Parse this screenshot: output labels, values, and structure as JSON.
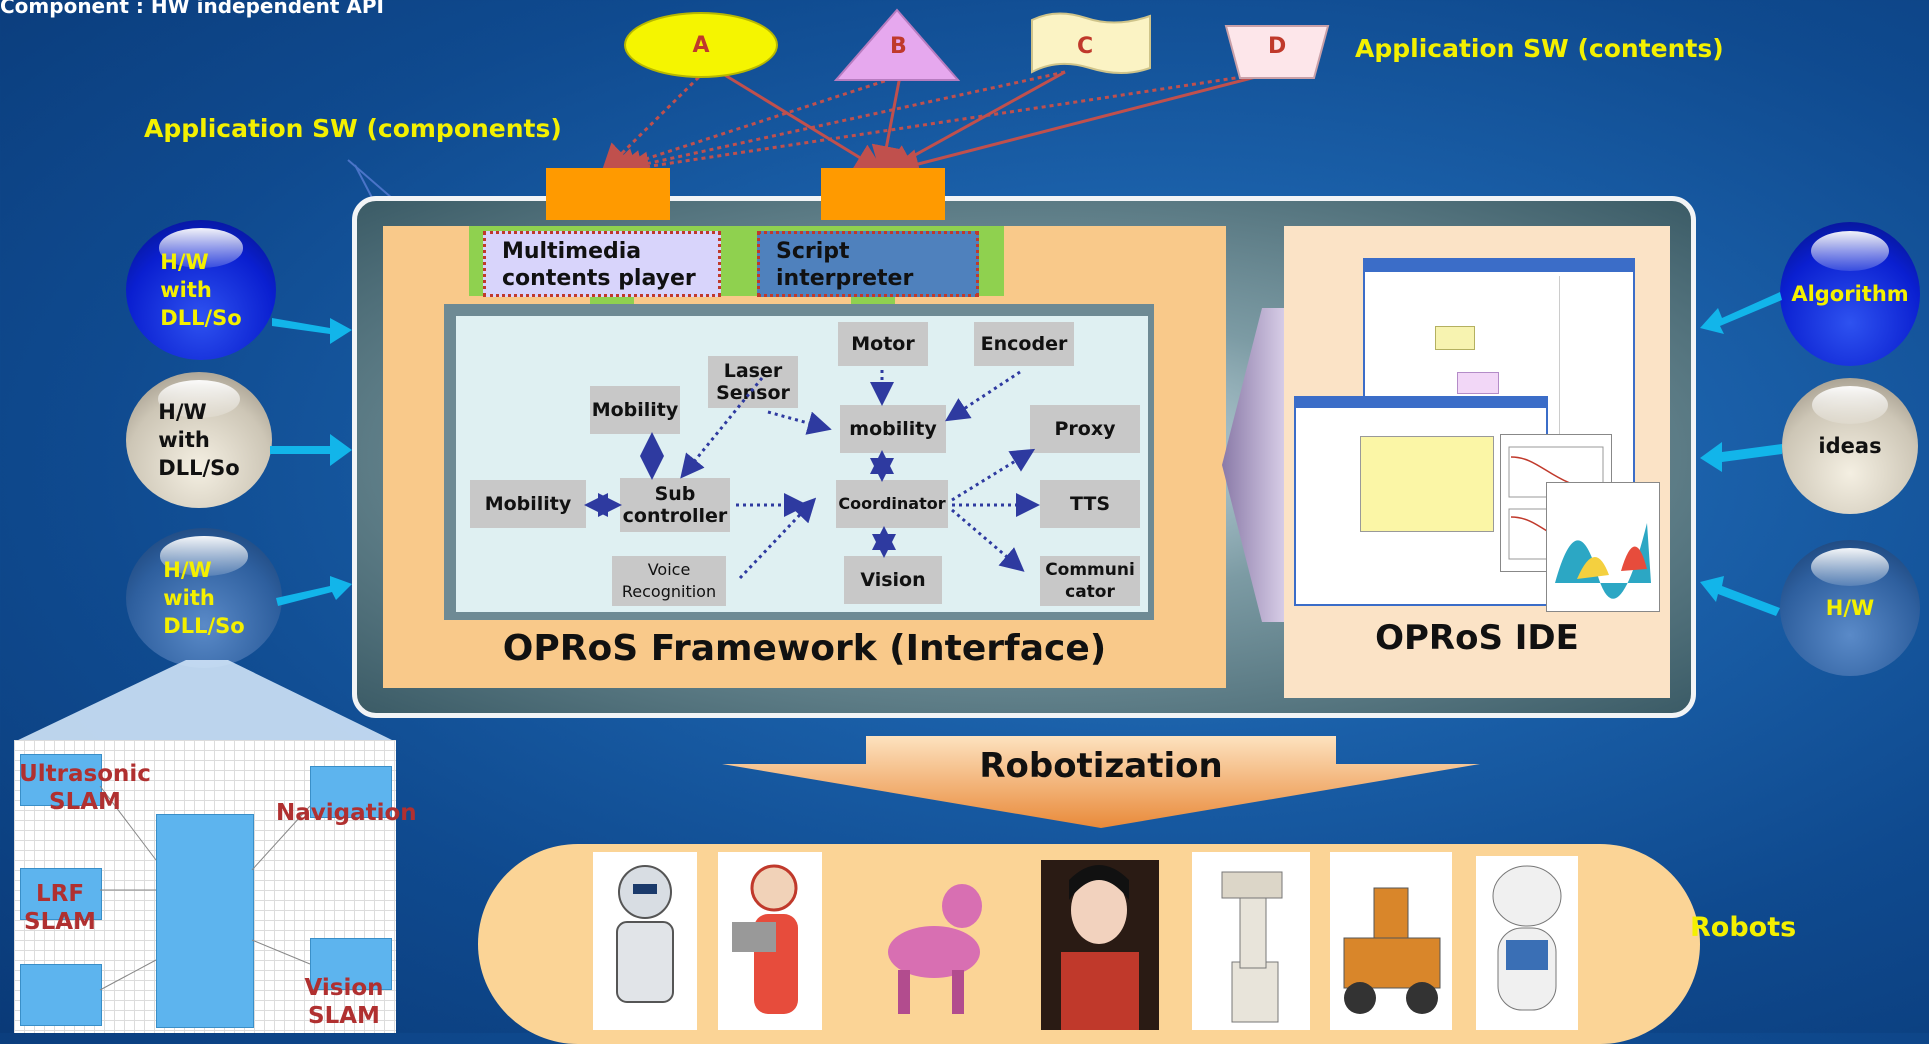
{
  "top_caption": "Component : HW independent API",
  "app_sw_contents_label": "Application SW (contents)",
  "app_sw_components_label": "Application SW (components)",
  "contents_shapes": [
    {
      "letter": "A",
      "shape": "ellipse",
      "color": "#f5f500"
    },
    {
      "letter": "B",
      "shape": "triangle",
      "color": "#e6a8ee"
    },
    {
      "letter": "C",
      "shape": "scroll",
      "color": "#fbf3c4"
    },
    {
      "letter": "D",
      "shape": "trapezoid",
      "color": "#fde6ea"
    }
  ],
  "framework": {
    "player_label": "Multimedia\ncontents player",
    "script_label": "Script\ninterpreter",
    "title": "OPRoS Framework (Interface)",
    "components": {
      "motor": "Motor",
      "encoder": "Encoder",
      "laser": "Laser\nSensor",
      "mobility_top": "Mobility",
      "mobility_mid": "mobility",
      "proxy": "Proxy",
      "mobility_left": "Mobility",
      "sub_controller": "Sub\ncontroller",
      "coordinator": "Coordinator",
      "tts": "TTS",
      "voice": "Voice\nRecognition",
      "vision": "Vision",
      "communicator": "Communi\ncator"
    }
  },
  "ide": {
    "title": "OPRoS IDE"
  },
  "left_spheres": [
    {
      "label": "H/W\nwith\nDLL/So",
      "text_color": "#f4f000",
      "color": "#0a1fd0"
    },
    {
      "label": "H/W\nwith\nDLL/So",
      "text_color": "#111111",
      "color": "#d8d2c4"
    },
    {
      "label": "H/W\nwith\nDLL/So",
      "text_color": "#f4f000",
      "color": "#2e5f9e"
    }
  ],
  "right_spheres": [
    {
      "label": "Algorithm",
      "text_color": "#f4f000",
      "color": "#0a1fd0"
    },
    {
      "label": "ideas",
      "text_color": "#111111",
      "color": "#d8d2c4"
    },
    {
      "label": "H/W",
      "text_color": "#f4f000",
      "color": "#2e5f9e"
    }
  ],
  "slam_panel": {
    "ultrasonic": "Ultrasonic\nSLAM",
    "navigation": "Navigation",
    "lrf": "LRF\nSLAM",
    "vision": "Vision\nSLAM"
  },
  "robotization_label": "Robotization",
  "robots_label": "Robots"
}
